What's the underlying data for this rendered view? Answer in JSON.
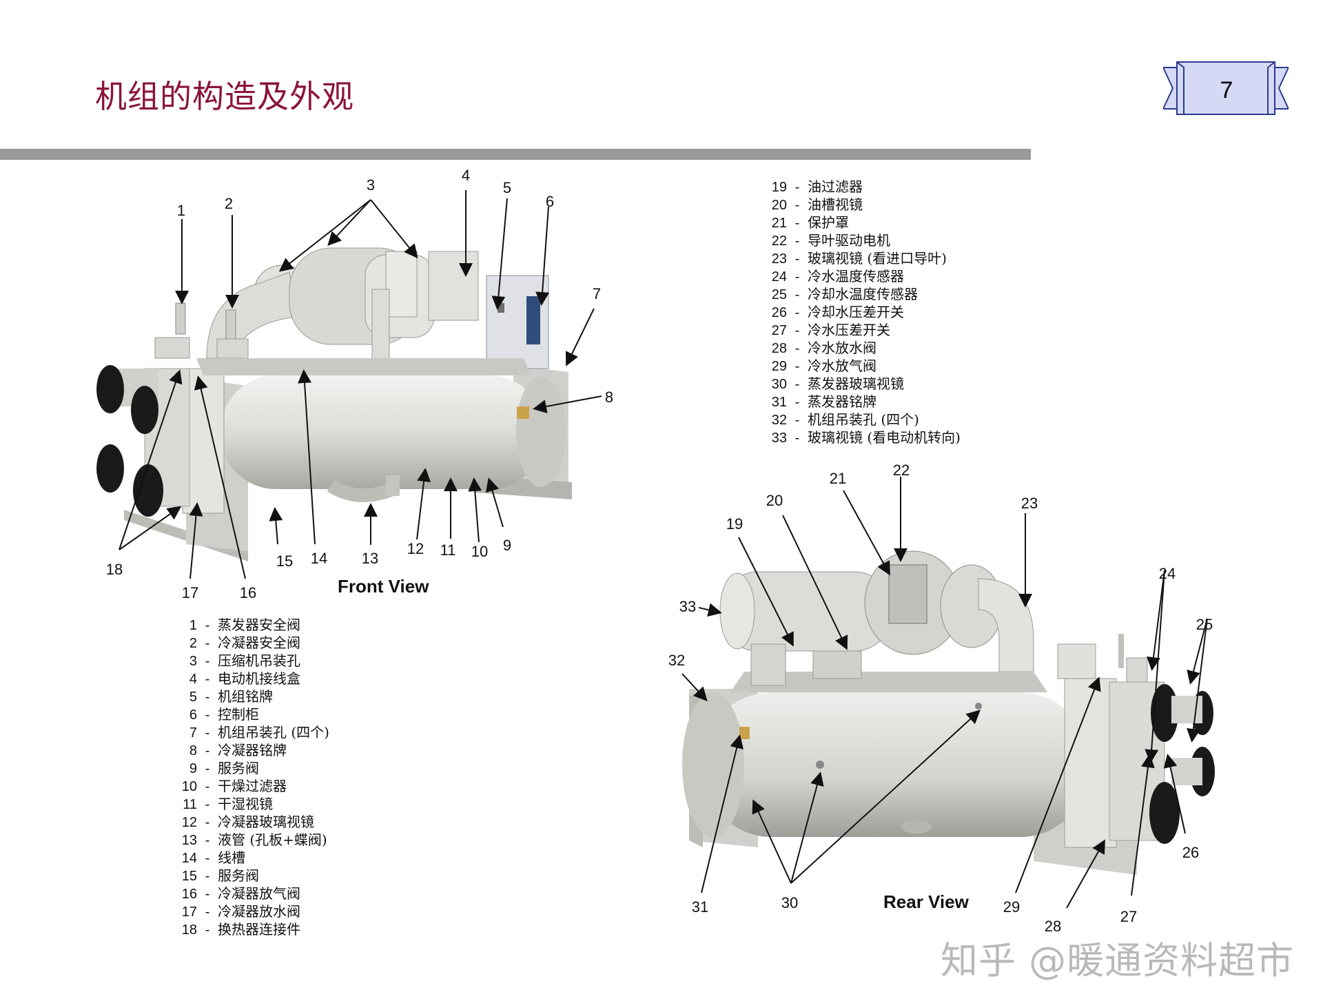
{
  "slide": {
    "title": "机组的构造及外观",
    "page_number": "7"
  },
  "front_view": {
    "label": "Front View",
    "callouts": [
      "1",
      "2",
      "3",
      "4",
      "5",
      "6",
      "7",
      "8",
      "9",
      "10",
      "11",
      "12",
      "13",
      "14",
      "15",
      "16",
      "17",
      "18"
    ]
  },
  "rear_view": {
    "label": "Rear View",
    "callouts": [
      "19",
      "20",
      "21",
      "22",
      "23",
      "24",
      "25",
      "26",
      "27",
      "28",
      "29",
      "30",
      "31",
      "32",
      "33"
    ]
  },
  "legend_front": [
    {
      "num": "1",
      "sep": "-",
      "text": "蒸发器安全阀"
    },
    {
      "num": "2",
      "sep": "-",
      "text": "冷凝器安全阀"
    },
    {
      "num": "3",
      "sep": "-",
      "text": "压缩机吊装孔"
    },
    {
      "num": "4",
      "sep": "-",
      "text": "电动机接线盒"
    },
    {
      "num": "5",
      "sep": "-",
      "text": "机组铭牌"
    },
    {
      "num": "6",
      "sep": "-",
      "text": "控制柜"
    },
    {
      "num": "7",
      "sep": "-",
      "text": "机组吊装孔 (四个)"
    },
    {
      "num": "8",
      "sep": "-",
      "text": "冷凝器铭牌"
    },
    {
      "num": "9",
      "sep": "-",
      "text": "服务阀"
    },
    {
      "num": "10",
      "sep": "-",
      "text": "干燥过滤器"
    },
    {
      "num": "11",
      "sep": "-",
      "text": "干湿视镜"
    },
    {
      "num": "12",
      "sep": "-",
      "text": "冷凝器玻璃视镜"
    },
    {
      "num": "13",
      "sep": "-",
      "text": "液管 (孔板+蝶阀)"
    },
    {
      "num": "14",
      "sep": "-",
      "text": "线槽"
    },
    {
      "num": "15",
      "sep": "-",
      "text": "服务阀"
    },
    {
      "num": "16",
      "sep": "-",
      "text": "冷凝器放气阀"
    },
    {
      "num": "17",
      "sep": "-",
      "text": "冷凝器放水阀"
    },
    {
      "num": "18",
      "sep": "-",
      "text": "换热器连接件"
    }
  ],
  "legend_rear": [
    {
      "num": "19",
      "sep": "-",
      "text": "油过滤器"
    },
    {
      "num": "20",
      "sep": "-",
      "text": "油槽视镜"
    },
    {
      "num": "21",
      "sep": "-",
      "text": "保护罩"
    },
    {
      "num": "22",
      "sep": "-",
      "text": "导叶驱动电机"
    },
    {
      "num": "23",
      "sep": "-",
      "text": "玻璃视镜 (看进口导叶)"
    },
    {
      "num": "24",
      "sep": "-",
      "text": "冷水温度传感器"
    },
    {
      "num": "25",
      "sep": "-",
      "text": "冷却水温度传感器"
    },
    {
      "num": "26",
      "sep": "-",
      "text": "冷却水压差开关"
    },
    {
      "num": "27",
      "sep": "-",
      "text": "冷水压差开关"
    },
    {
      "num": "28",
      "sep": "-",
      "text": "冷水放水阀"
    },
    {
      "num": "29",
      "sep": "-",
      "text": "冷水放气阀"
    },
    {
      "num": "30",
      "sep": "-",
      "text": "蒸发器玻璃视镜"
    },
    {
      "num": "31",
      "sep": "-",
      "text": "蒸发器铭牌"
    },
    {
      "num": "32",
      "sep": "-",
      "text": "机组吊装孔 (四个)"
    },
    {
      "num": "33",
      "sep": "-",
      "text": "玻璃视镜 (看电动机转向)"
    }
  ],
  "watermark": "知乎 @暖通资料超市",
  "colors": {
    "title": "#8a1538",
    "rule": "#9a9a9a",
    "badge_fill": "#d6d9f5",
    "badge_stroke": "#2a3a8f"
  }
}
